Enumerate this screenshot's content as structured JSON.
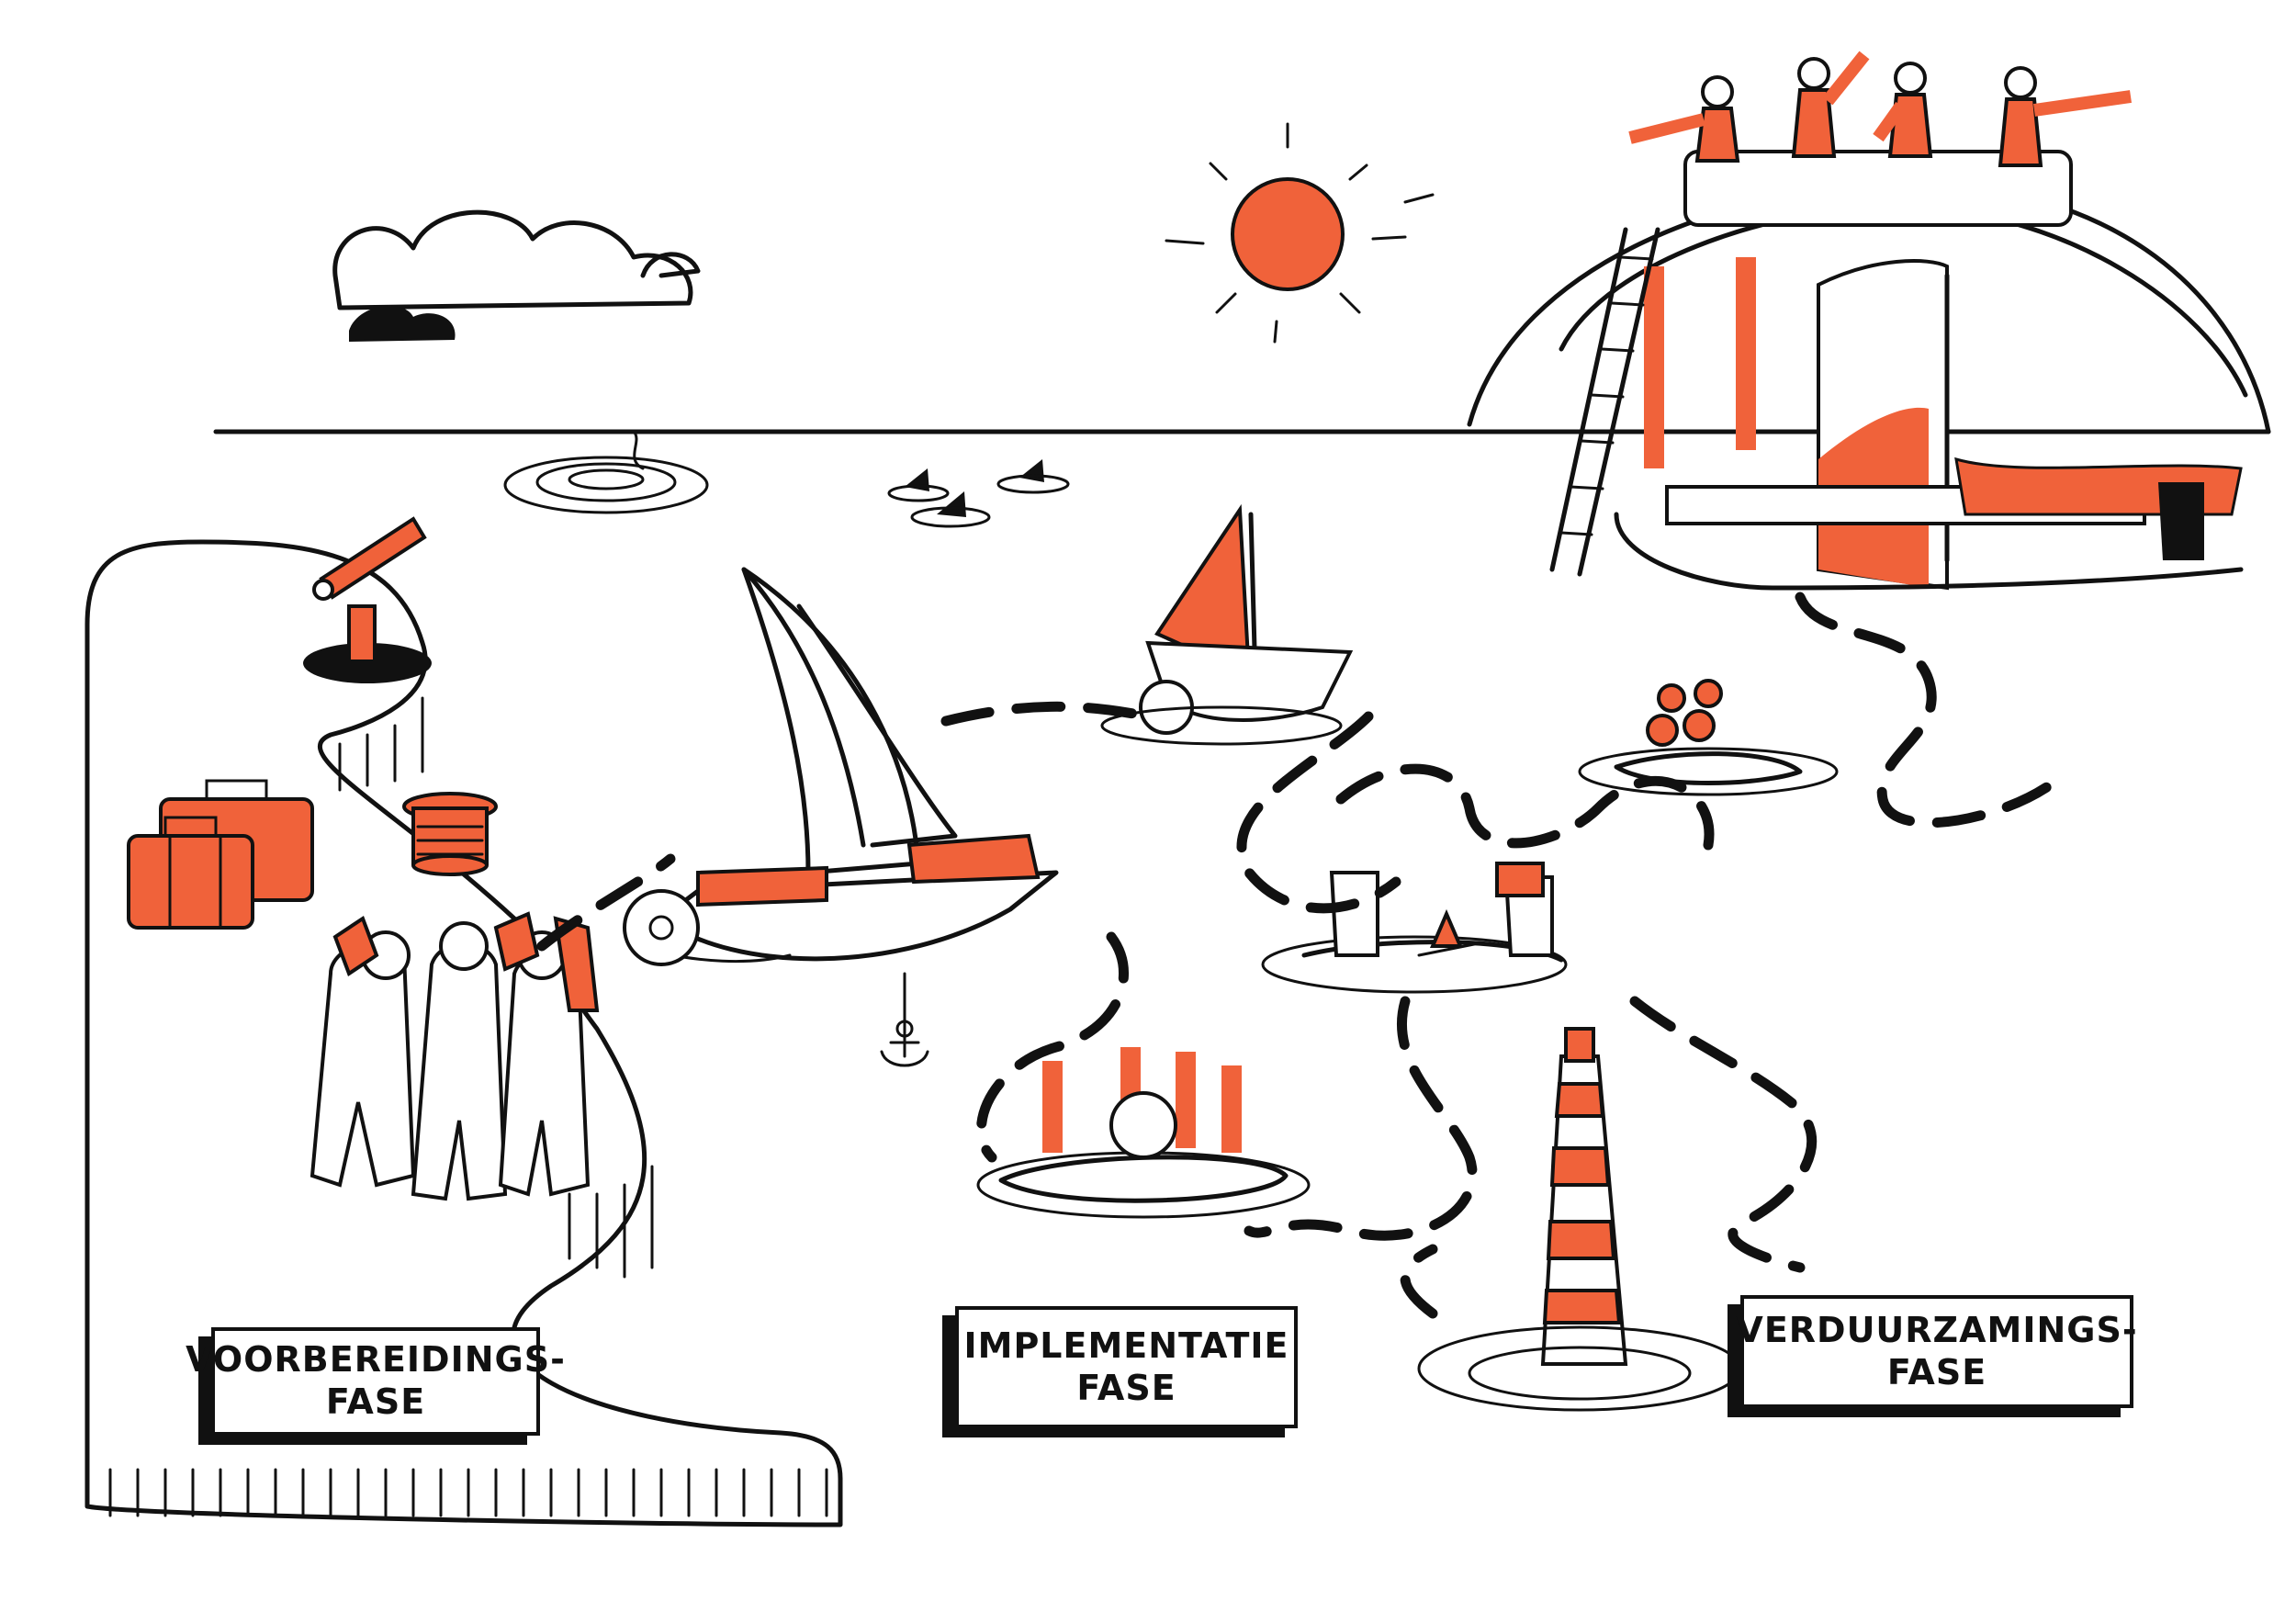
{
  "labels": {
    "preparation": {
      "line1": "VOORBEREIDINGS-",
      "line2": "FASE"
    },
    "implementation": {
      "line1": "IMPLEMENTATIE",
      "line2": "FASE"
    },
    "sustainability": {
      "line1": "VERDUURZAMINGS-",
      "line2": "FASE"
    }
  },
  "colors": {
    "accent": "#f0623a",
    "ink": "#111111",
    "paper": "#ffffff"
  },
  "icons": [
    "cloud-icon",
    "sun-icon",
    "telescope-icon",
    "suitcase-icon",
    "capstan-icon",
    "sailboat-icon",
    "anchor-icon",
    "lighthouse-icon",
    "campfire-icon",
    "shark-fin-icon",
    "whirlpool-icon",
    "ship-wheel-icon",
    "ladder-icon"
  ]
}
